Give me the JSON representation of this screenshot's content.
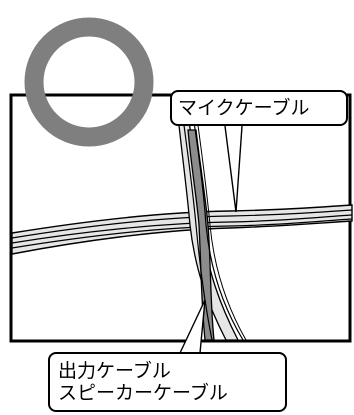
{
  "labels": {
    "mic_cable": "マイクケーブル",
    "output_cable_line1": "出力ケーブル",
    "output_cable_line2": "スピーカーケーブル"
  },
  "symbol": {
    "name": "correct-circle-mark",
    "meaning": "correct / OK",
    "color": "#7f7f7f"
  },
  "colors": {
    "frame": "#000000",
    "cable_fill_light": "#e6e6e6",
    "cable_fill_dark": "#8c8c8c",
    "background": "#ffffff"
  }
}
